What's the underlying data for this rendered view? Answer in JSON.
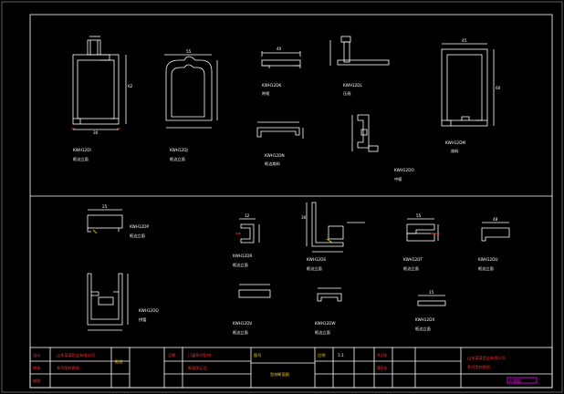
{
  "drawing": {
    "background": "#000000",
    "line_color": "#ffffff",
    "dim_color": "#ffffff",
    "accent_red": "#ff3030",
    "accent_yellow": "#ffd000",
    "accent_magenta": "#ff00ff",
    "accent_green": "#00ff66",
    "accent_cyan": "#00e5ff"
  },
  "profiles": [
    {
      "code": "KWH12DI",
      "caption": "框边立面"
    },
    {
      "code": "KWH12DJ",
      "caption": "框边立面"
    },
    {
      "code": "KWH12DK",
      "caption": "附框"
    },
    {
      "code": "KWH12DL",
      "caption": "压线"
    },
    {
      "code": "KWH12DM",
      "caption": "扇料"
    },
    {
      "code": "KWH12DN",
      "caption": "框边扇料"
    },
    {
      "code": "KWH12DO",
      "caption": "中梃"
    },
    {
      "code": "KWH12DP",
      "caption": "框边立面"
    },
    {
      "code": "KWH12DQ",
      "caption": "拼管"
    },
    {
      "code": "KWH12DR",
      "caption": "框边立面"
    },
    {
      "code": "KWH12DS",
      "caption": "框边立面"
    },
    {
      "code": "KWH12DT",
      "caption": "框边立面"
    },
    {
      "code": "KWH12DU",
      "caption": "框边立面"
    },
    {
      "code": "KWH12DV",
      "caption": "框边立面"
    },
    {
      "code": "KWH12DW",
      "caption": "框边立面"
    },
    {
      "code": "KWH12DX",
      "caption": "框边立面"
    }
  ],
  "dimensions": {
    "d1": "30",
    "d2": "62",
    "d3": "55",
    "d4": "40",
    "d5": "45",
    "d6": "60",
    "d7": "25",
    "d8": "12",
    "d9": "30",
    "d10": "55",
    "d11": "48",
    "d12": "15"
  },
  "title_block": {
    "company": "山东某某铝业有限公司",
    "company2": "系列型材图纸",
    "label_design": "设计",
    "label_check": "审核",
    "label_drawn": "制图",
    "label_approve": "批准",
    "drawing_title": "型材断面图",
    "scale_label": "比例",
    "scale_value": "1:1",
    "sheet_label": "图号",
    "project_title": "门窗系列型材",
    "project_sub": "断面图汇总",
    "stamp": "A3图框",
    "date_label": "日期",
    "sheet_count": "共1张",
    "sheet_no": "第1张"
  }
}
